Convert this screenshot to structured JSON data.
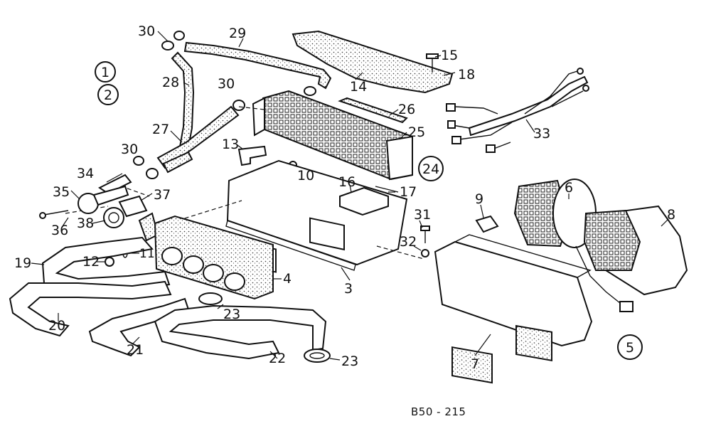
{
  "diagram": {
    "reference_code": "B50 - 215",
    "circled_labels": [
      "1",
      "2",
      "24",
      "5"
    ],
    "part_labels": [
      "30",
      "29",
      "15",
      "18",
      "14",
      "28",
      "30",
      "26",
      "25",
      "33",
      "27",
      "30",
      "13",
      "10",
      "24",
      "34",
      "16",
      "17",
      "6",
      "35",
      "37",
      "9",
      "8",
      "31",
      "36",
      "38",
      "32",
      "19",
      "12",
      "11",
      "4",
      "3",
      "20",
      "23",
      "21",
      "22",
      "23",
      "7",
      "5",
      "1",
      "2"
    ]
  }
}
